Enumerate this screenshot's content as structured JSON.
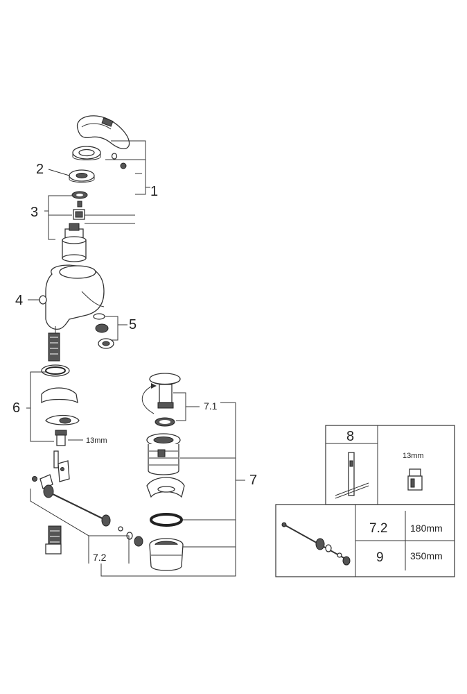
{
  "callouts": {
    "c1": "1",
    "c2": "2",
    "c3": "3",
    "c4": "4",
    "c5": "5",
    "c6": "6",
    "c6_wrench": "13mm",
    "c7": "7",
    "c7_1": "7.1",
    "c7_2": "7.2"
  },
  "inset_tool": {
    "number": "8",
    "wrench": "13mm"
  },
  "inset_rod": {
    "rows": [
      {
        "part": "7.2",
        "length": "180mm"
      },
      {
        "part": "9",
        "length": "350mm"
      }
    ]
  }
}
